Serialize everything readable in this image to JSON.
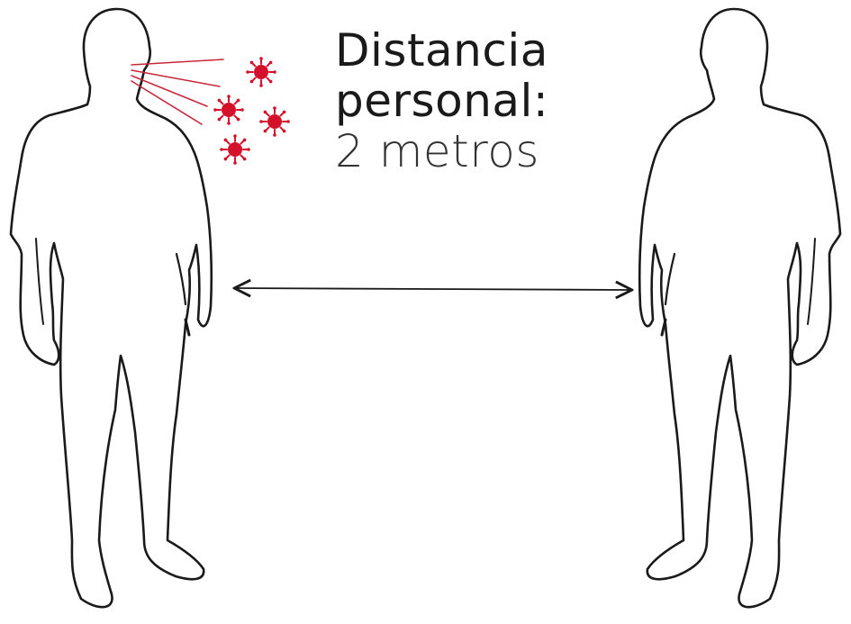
{
  "caption": {
    "line1": "Distancia",
    "line2": "personal:",
    "line3": "2 metros"
  },
  "icons": {
    "person_left": "person-silhouette-icon",
    "person_right": "person-silhouette-icon",
    "virus": "virus-particle-icon",
    "arrow": "double-headed-arrow-icon"
  },
  "colors": {
    "outline": "#1a1a1a",
    "virus": "#d4102a",
    "breath_lines": "#c8283a",
    "background": "#ffffff"
  }
}
